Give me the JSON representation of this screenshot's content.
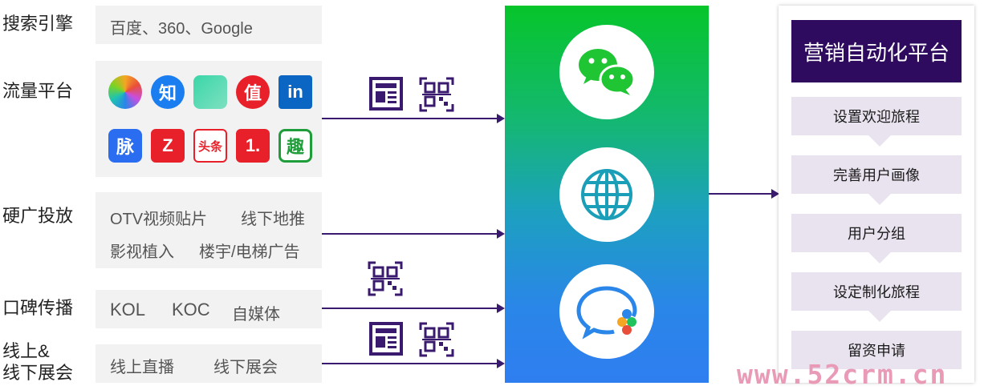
{
  "categories": {
    "search": "搜索引擎",
    "traffic": "流量平台",
    "hard_ads": "硬广投放",
    "word_of_mouth": "口碑传播",
    "offline_line1": "线上&",
    "offline_line2": "线下展会"
  },
  "sources": {
    "search": "百度、360、Google",
    "hard_ads_1a": "OTV视频贴片",
    "hard_ads_1b": "线下地推",
    "hard_ads_2a": "影视植入",
    "hard_ads_2b": "楼宇/电梯广告",
    "wom_a": "KOL",
    "wom_b": "KOC",
    "wom_c": "自媒体",
    "events_a": "线上直播",
    "events_b": "线下展会"
  },
  "traffic_icons": [
    {
      "name": "aperture-app-icon",
      "glyph": ""
    },
    {
      "name": "zhihu-icon",
      "glyph": "知"
    },
    {
      "name": "note-app-icon",
      "glyph": ""
    },
    {
      "name": "smzdm-icon",
      "glyph": "值"
    },
    {
      "name": "linkedin-icon",
      "glyph": "in"
    },
    {
      "name": "maimai-icon",
      "glyph": "脉"
    },
    {
      "name": "z-app-icon",
      "glyph": "Z"
    },
    {
      "name": "toutiao-icon",
      "glyph": "头条"
    },
    {
      "name": "yidian-icon",
      "glyph": "1."
    },
    {
      "name": "qutoutiao-icon",
      "glyph": "趣"
    }
  ],
  "colors": {
    "title_bg": "#2e0b5e",
    "step_bg": "#e9e3ef",
    "arrow": "#3a1a6e",
    "panel_top": "#06c52a",
    "panel_bottom": "#2f7ef0"
  },
  "platform": {
    "title": "营销自动化平台",
    "steps": [
      "设置欢迎旅程",
      "完善用户画像",
      "用户分组",
      "设定制化旅程",
      "留资申请"
    ]
  },
  "watermark": "www.52crm.cn"
}
